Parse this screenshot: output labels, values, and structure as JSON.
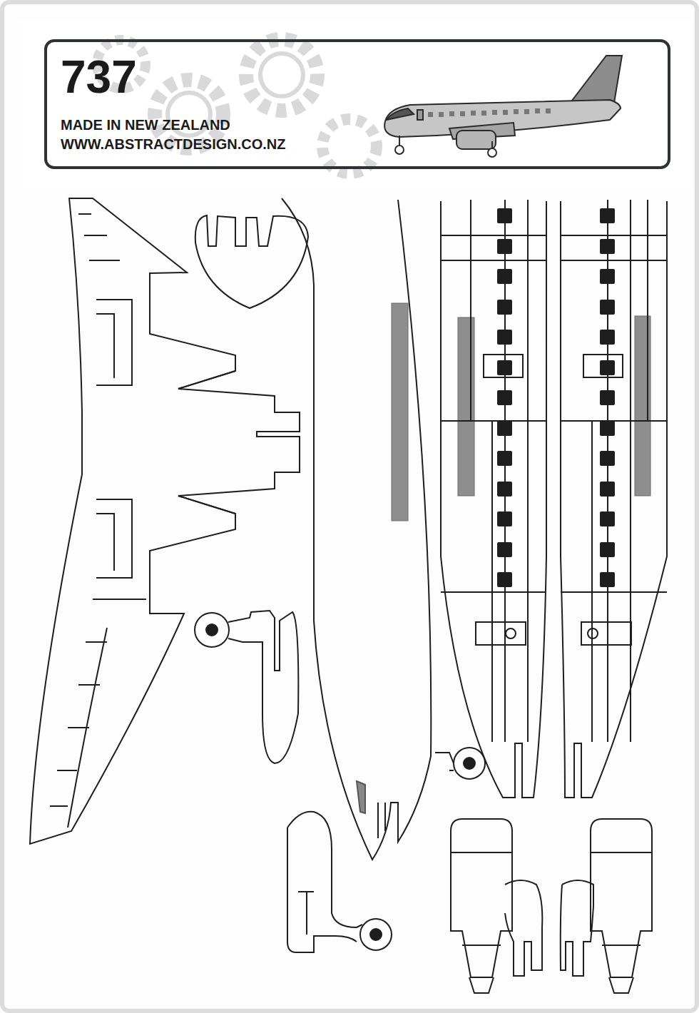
{
  "diagram": {
    "nodes": [
      {
        "text": [
          "737",
          "MADE IN NEW ZEALAND",
          "WWW.ABSTRACTDESIGN.CO.NZ"
        ]
      }
    ]
  }
}
